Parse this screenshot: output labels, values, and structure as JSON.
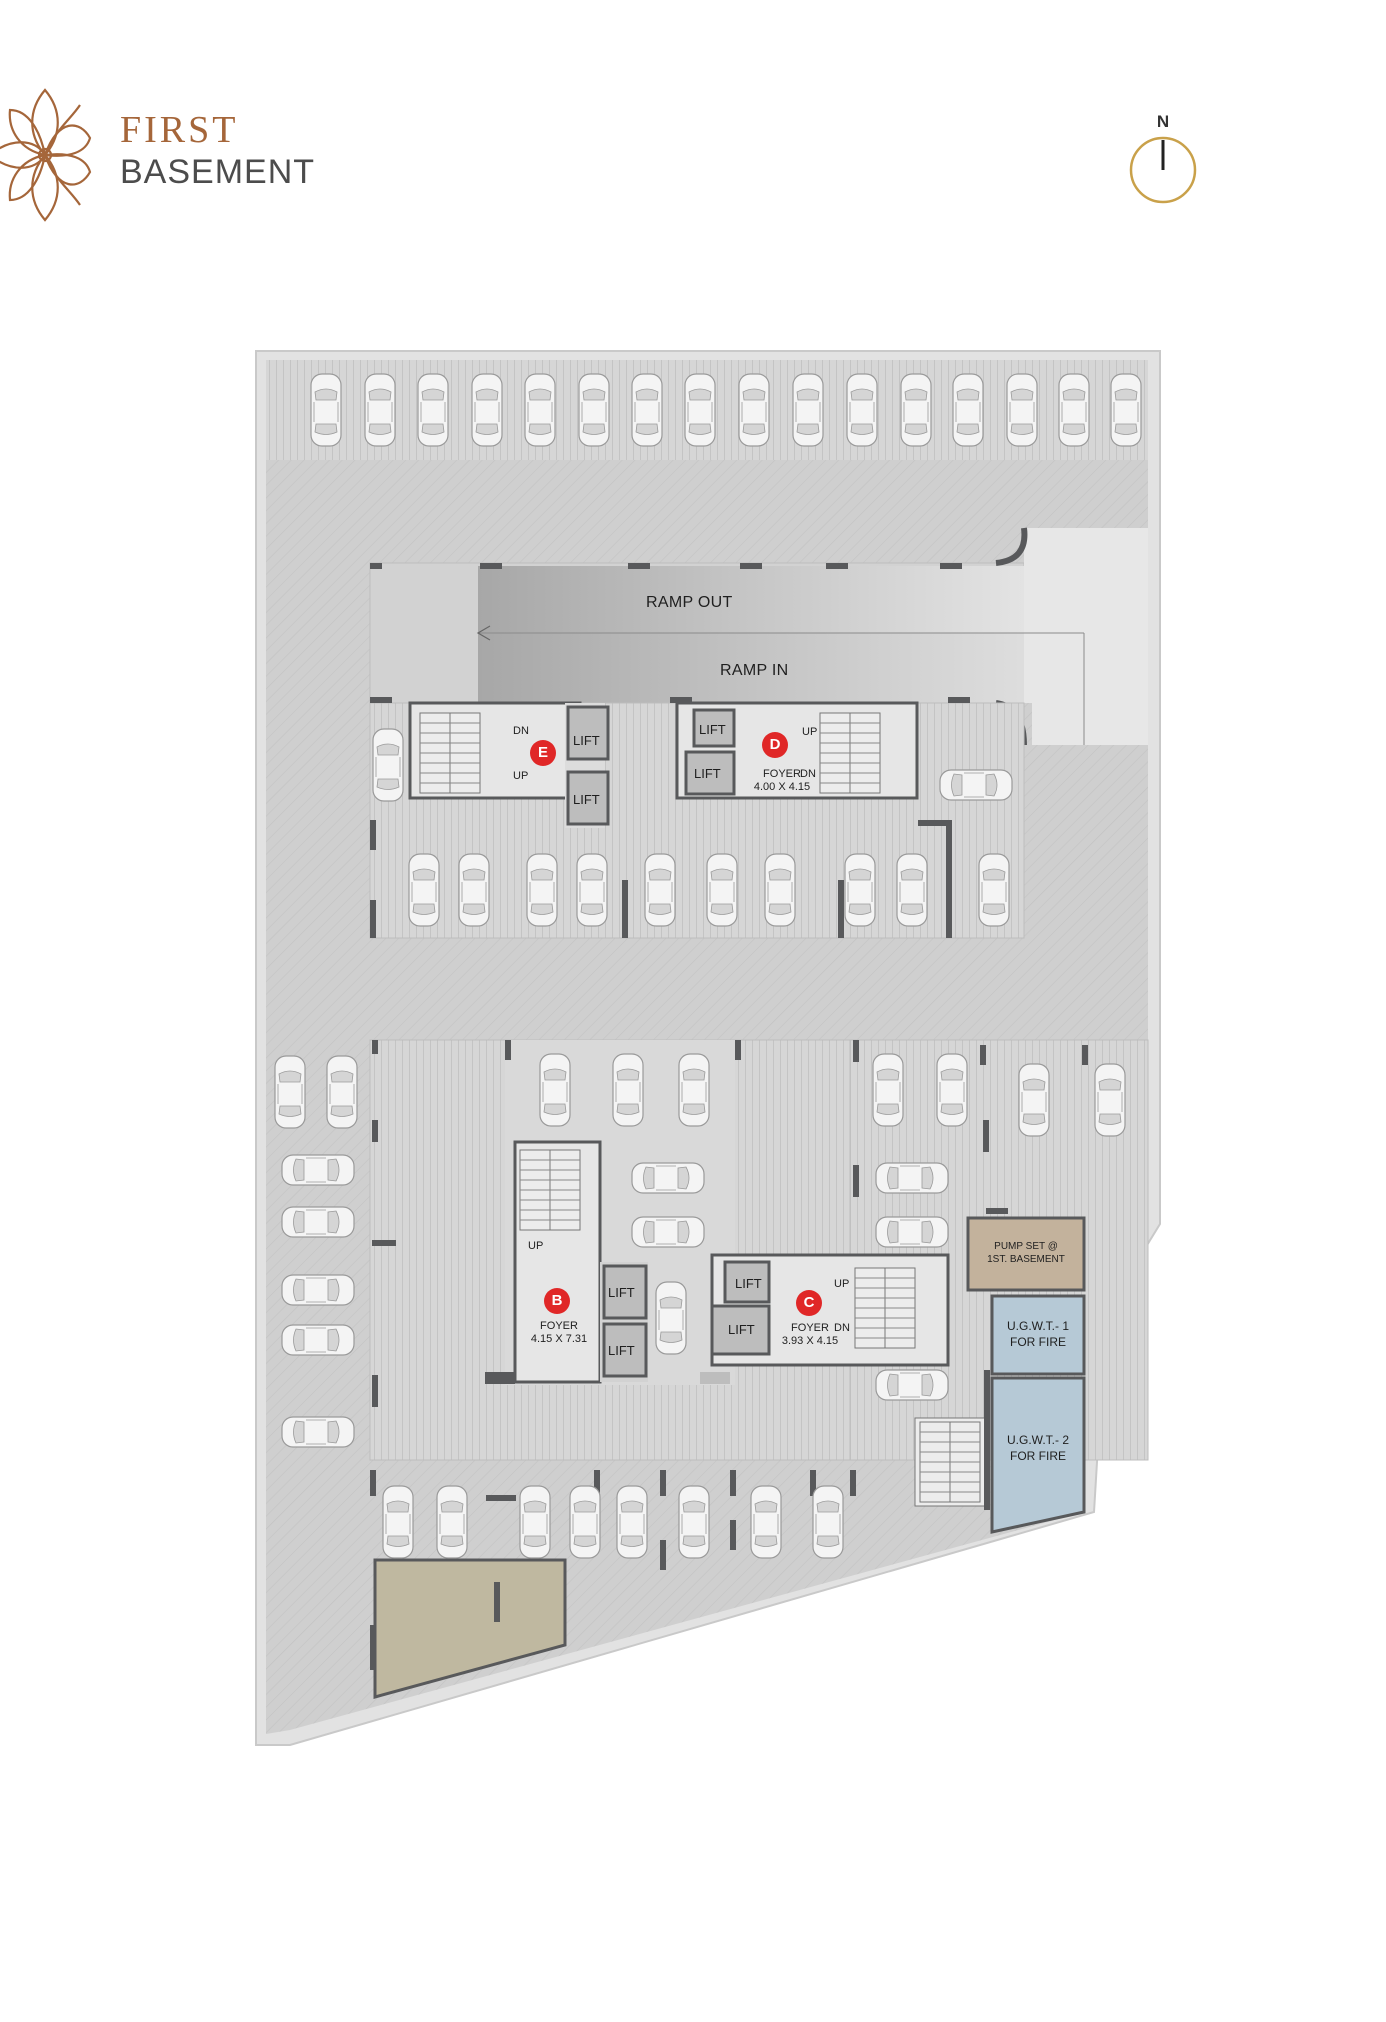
{
  "header": {
    "title_line1": "FIRST",
    "title_line2": "BASEMENT"
  },
  "compass": {
    "label": "N"
  },
  "colors": {
    "brand": "#a5663a",
    "floor": "#d1d1d1",
    "plaza": "#cbcbcb",
    "wall": "#58595b",
    "marker": "#e02727",
    "pump_room": "#c3b29c",
    "water_tank": "#b6c9d6",
    "substation": "#bfb8a0"
  },
  "plan": {
    "ramp_out_label": "RAMP OUT",
    "ramp_in_label": "RAMP IN",
    "blocks": {
      "e": {
        "marker": "E",
        "lift1": "LIFT",
        "lift2": "LIFT",
        "dn": "DN",
        "up": "UP"
      },
      "d": {
        "marker": "D",
        "lift1": "LIFT",
        "lift2": "LIFT",
        "up": "UP",
        "dn": "DN",
        "foyer_line1": "FOYER",
        "foyer_line2": "4.00 X 4.15"
      },
      "b": {
        "marker": "B",
        "lift1": "LIFT",
        "lift2": "LIFT",
        "up": "UP",
        "foyer_line1": "FOYER",
        "foyer_line2": "4.15 X 7.31"
      },
      "c": {
        "marker": "C",
        "lift1": "LIFT",
        "lift2": "LIFT",
        "up": "UP",
        "dn": "DN",
        "foyer_line1": "FOYER",
        "foyer_line2": "3.93 X 4.15"
      }
    },
    "pump_room": {
      "line1": "PUMP SET @",
      "line2": "1ST. BASEMENT"
    },
    "ugwt1": {
      "line1": "U.G.W.T.- 1",
      "line2": "FOR FIRE"
    },
    "ugwt2": {
      "line1": "U.G.W.T.- 2",
      "line2": "FOR FIRE"
    }
  }
}
